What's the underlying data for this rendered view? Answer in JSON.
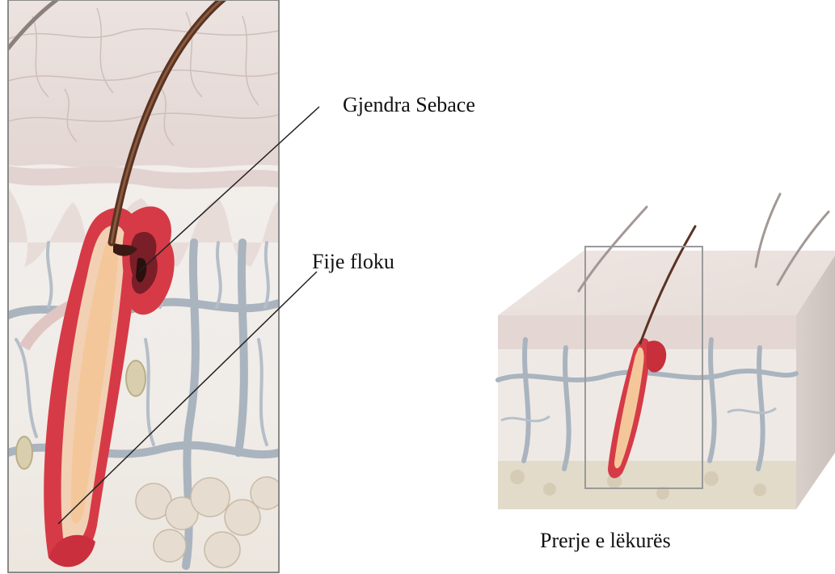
{
  "labels": {
    "sebaceous_gland": "Gjendra Sebace",
    "hair_strand": "Fije floku"
  },
  "caption": "Prerje e lëkurës",
  "colors": {
    "epidermis": "#e9dedb",
    "dermis": "#f2eeec",
    "follicle_red": "#d63a46",
    "hair_core": "#f1c9a0",
    "hair_shaft": "#5a3322",
    "vessel": "#a8b3bf",
    "frame": "#8a8a8a",
    "leader_line": "#222222"
  },
  "icons": [
    "skin-cross-section-detail",
    "skin-block-overview"
  ]
}
